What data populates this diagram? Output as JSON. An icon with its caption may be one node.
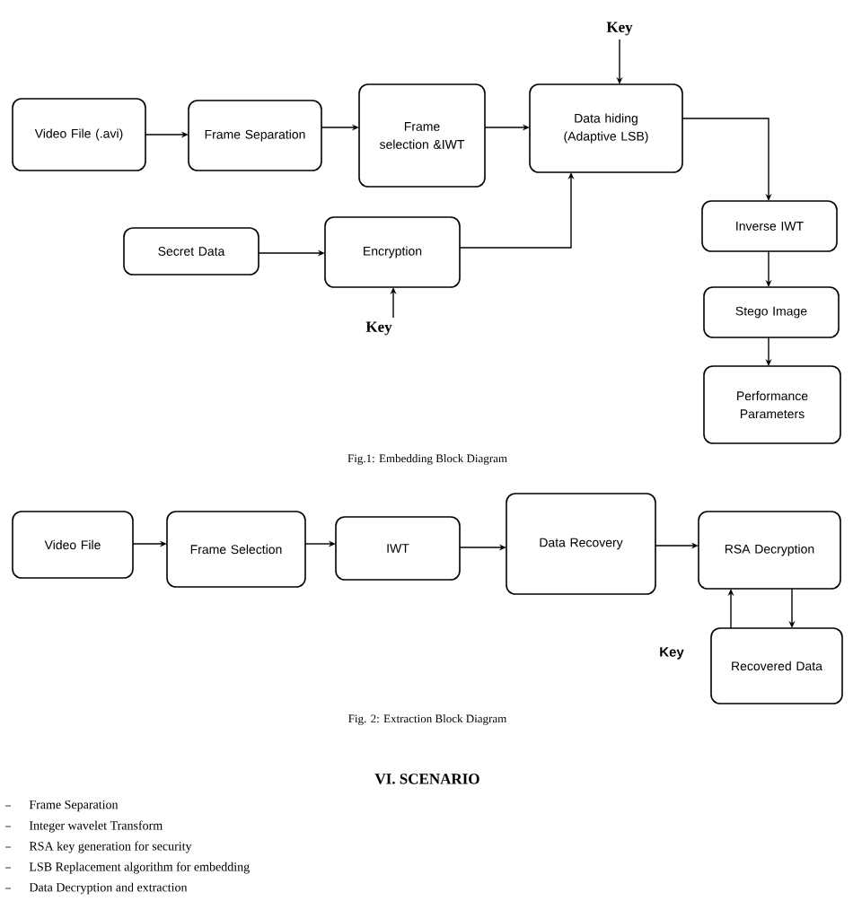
{
  "diagram": {
    "nodes": [
      {
        "text": [
          "Video File (.avi)"
        ]
      },
      {
        "text": [
          "Frame Separation"
        ]
      },
      {
        "text": [
          "Frame selection &IWT"
        ]
      },
      {
        "text": [
          "Data hiding (Adaptive LSB)"
        ]
      },
      {
        "text": [
          "Key"
        ]
      },
      {
        "text": [
          "Secret Data"
        ]
      },
      {
        "text": [
          "Encryption"
        ]
      },
      {
        "text": [
          "Key"
        ]
      },
      {
        "text": [
          "Inverse IWT"
        ]
      },
      {
        "text": [
          "Stego Image"
        ]
      },
      {
        "text": [
          "Performance Parameters"
        ]
      },
      {
        "text": [
          "Video File"
        ]
      },
      {
        "text": [
          "Frame Selection"
        ]
      },
      {
        "text": [
          "IWT"
        ]
      },
      {
        "text": [
          "Data Recovery"
        ]
      },
      {
        "text": [
          "RSA Decryption"
        ]
      },
      {
        "text": [
          "Recovered Data"
        ]
      }
    ],
    "edges": [
      {
        "from": 0,
        "to": 1,
        "arrow": "to"
      },
      {
        "from": 1,
        "to": 2,
        "arrow": "to"
      },
      {
        "from": 2,
        "to": 3,
        "arrow": "to"
      },
      {
        "from": 4,
        "to": 3,
        "arrow": "to"
      },
      {
        "from": 5,
        "to": 6,
        "arrow": "to"
      },
      {
        "from": 6,
        "to": 3,
        "arrow": "to"
      },
      {
        "from": 7,
        "to": 6,
        "arrow": "to"
      },
      {
        "from": 3,
        "to": 8,
        "arrow": "to"
      },
      {
        "from": 8,
        "to": 9,
        "arrow": "to"
      },
      {
        "from": 9,
        "to": 10,
        "arrow": "to"
      },
      {
        "from": 11,
        "to": 12,
        "arrow": "to"
      },
      {
        "from": 12,
        "to": 13,
        "arrow": "to"
      },
      {
        "from": 13,
        "to": 14,
        "arrow": "to"
      },
      {
        "from": 14,
        "to": 15,
        "arrow": "to"
      },
      {
        "from": 16,
        "to": 15,
        "arrow": "to"
      },
      {
        "from": 15,
        "to": 16,
        "arrow": "to"
      }
    ],
    "labels": [
      "Fig.1: Embedding Block Diagram",
      "Key",
      "Fig. 2:  Extraction Block Diagram",
      "VI. SCENARIO",
      "Frame Separation",
      "Integer wavelet Transform",
      "RSA key generation for security",
      "LSB Replacement algorithm for embedding",
      "Data Decryption and extraction"
    ]
  }
}
